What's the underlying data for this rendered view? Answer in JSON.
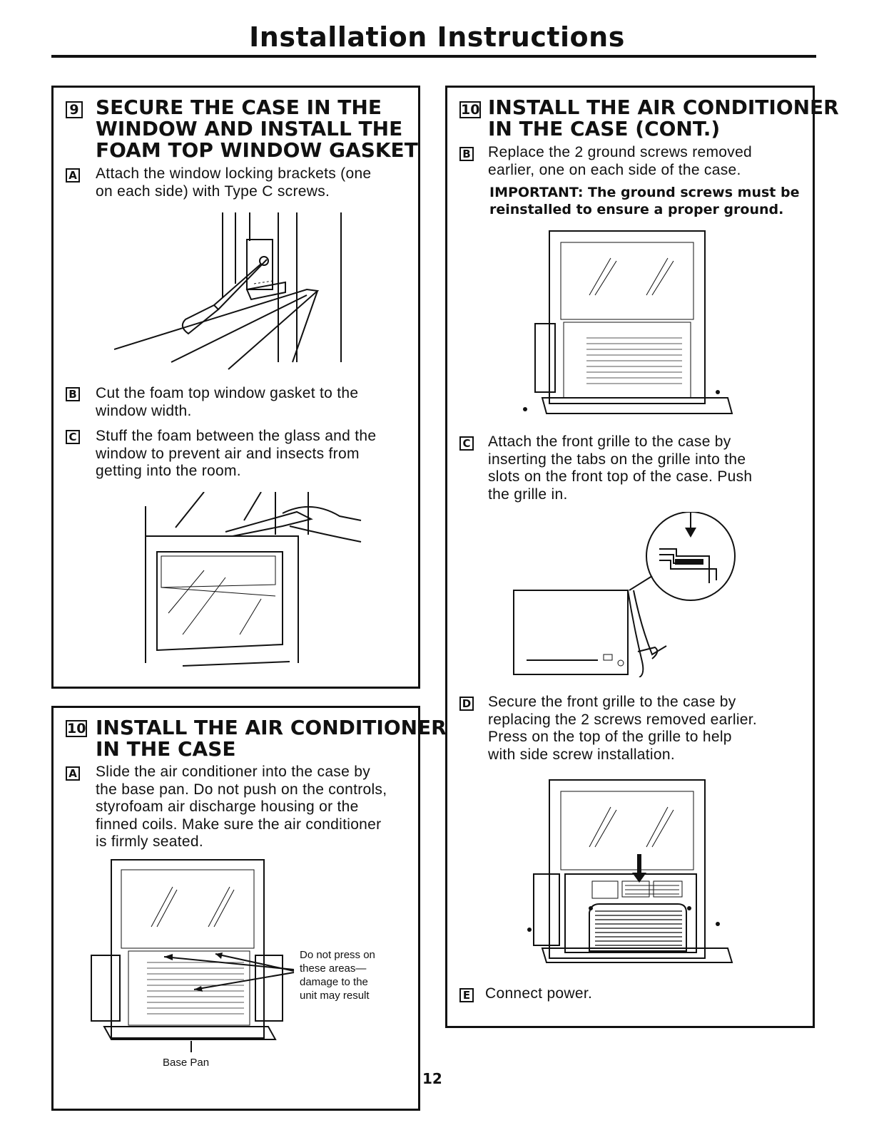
{
  "page": {
    "title": "Installation Instructions",
    "page_number": "12"
  },
  "step9": {
    "number": "9",
    "heading": "SECURE THE CASE IN THE\nWINDOW AND INSTALL THE\nFOAM TOP WINDOW GASKET",
    "items": [
      {
        "letter": "A",
        "text": "Attach the window locking brackets (one\non each side) with Type C screws."
      },
      {
        "letter": "B",
        "text": "Cut the foam top window gasket to the\nwindow width."
      },
      {
        "letter": "C",
        "text": "Stuff the foam between the glass and the\nwindow to prevent air and insects from\ngetting into the room."
      }
    ]
  },
  "step10": {
    "number": "10",
    "heading": "INSTALL THE AIR CONDITIONER\nIN THE CASE",
    "items": [
      {
        "letter": "A",
        "text": "Slide the air conditioner into the case by\nthe base pan. Do not push on the controls,\nstyrofoam air discharge housing or the\nfinned coils. Make sure the air conditioner\nis firmly seated."
      }
    ],
    "callout": "Do not press on\nthese areas—\ndamage to the\nunit may result",
    "base_pan_label": "Base Pan"
  },
  "step10cont": {
    "number": "10",
    "heading": "INSTALL THE AIR CONDITIONER\nIN THE CASE (CONT.)",
    "items": [
      {
        "letter": "B",
        "text": "Replace the 2 ground screws removed\nearlier, one on each side of the case."
      },
      {
        "letter": "C",
        "text": "Attach the front grille to the case by\ninserting the tabs on the grille into the\nslots on the front top of the case. Push\nthe grille in."
      },
      {
        "letter": "D",
        "text": "Secure the front grille to the case by\nreplacing the 2 screws removed earlier.\nPress on the top of the grille to help\nwith side screw installation."
      },
      {
        "letter": "E",
        "text": "Connect power."
      }
    ],
    "important": "IMPORTANT: The ground screws must be\nreinstalled to ensure a proper ground."
  }
}
